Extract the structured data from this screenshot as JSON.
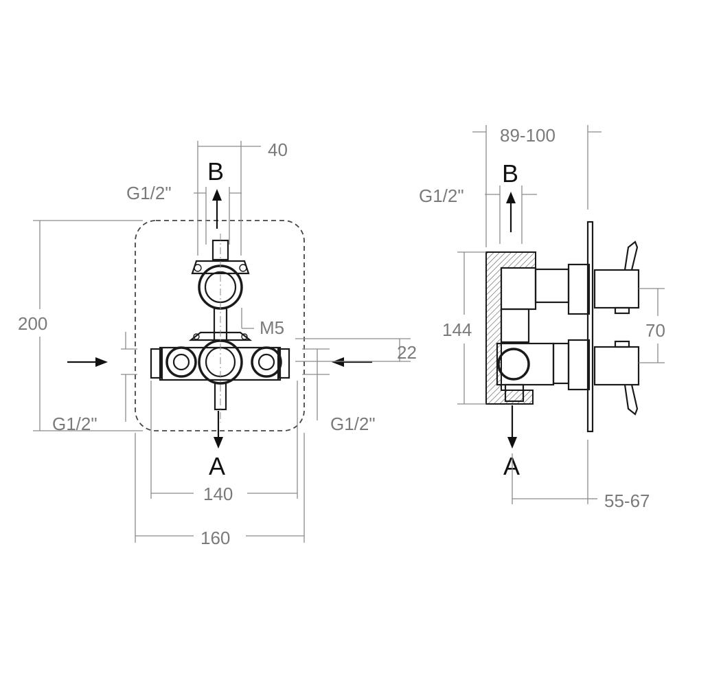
{
  "front_view": {
    "outlet_top_label": "B",
    "outlet_bottom_label": "A",
    "outlet_thread_label": "G1/2\"",
    "outlet_spacing_dim": "40",
    "screw_label": "M5",
    "height_dim": "200",
    "inlet_spacing_dim": "22",
    "inlet_left_thread_label": "G1/2\"",
    "inlet_right_thread_label": "G1/2\"",
    "body_width_dim": "140",
    "plate_width_dim": "160"
  },
  "side_view": {
    "outlet_top_label": "B",
    "outlet_bottom_label": "A",
    "outlet_thread_label": "G1/2\"",
    "wall_depth_dim": "89-100",
    "body_height_dim": "144",
    "handle_spacing_dim": "70",
    "projection_dim": "55-67"
  }
}
